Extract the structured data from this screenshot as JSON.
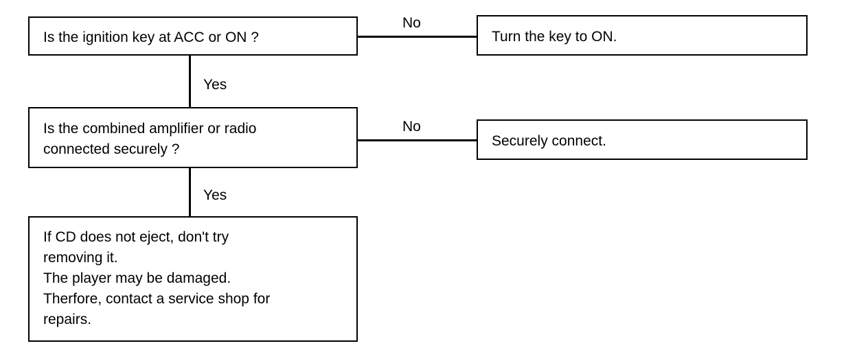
{
  "flowchart": {
    "question_1": "Is the ignition key at ACC or ON ?",
    "action_1": "Turn the key to ON.",
    "question_2": "Is the combined amplifier or radio\nconnected securely ?",
    "action_2": "Securely connect.",
    "final_action": "If  CD does not eject, don't try\nremoving it.\nThe player may be damaged.\nTherfore,  contact a service shop for\nrepairs.",
    "branch_no_1": "No",
    "branch_yes_1": "Yes",
    "branch_no_2": "No",
    "branch_yes_2": "Yes"
  }
}
